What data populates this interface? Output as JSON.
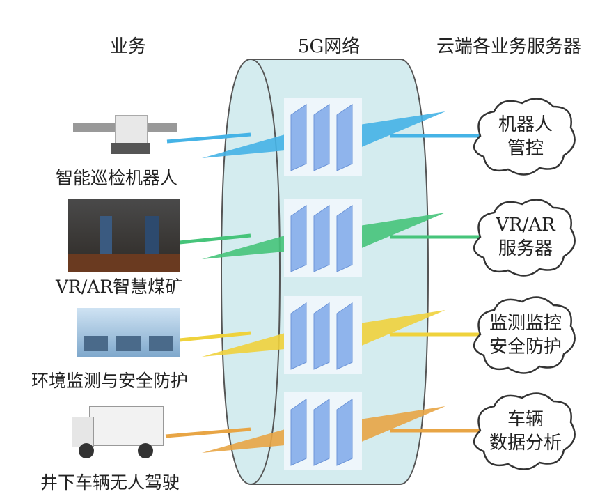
{
  "headers": {
    "business": "业务",
    "network": "5G网络",
    "cloud": "云端各业务服务器"
  },
  "rows": [
    {
      "label": "智能巡检机器人",
      "cloud": [
        "机器人",
        "管控"
      ],
      "color": "#45b3e6",
      "icon": "robot-image"
    },
    {
      "label": "VR/AR智慧煤矿",
      "cloud": [
        "VR/AR",
        "服务器"
      ],
      "color": "#46c47a",
      "icon": "mine-workers-image"
    },
    {
      "label": "环境监测与安全防护",
      "cloud": [
        "监测监控",
        "安全防护"
      ],
      "color": "#efd23c",
      "icon": "monitoring-screens-image"
    },
    {
      "label": "井下车辆无人驾驶",
      "cloud": [
        "车辆",
        "数据分析"
      ],
      "color": "#e8a545",
      "icon": "truck-image"
    }
  ]
}
